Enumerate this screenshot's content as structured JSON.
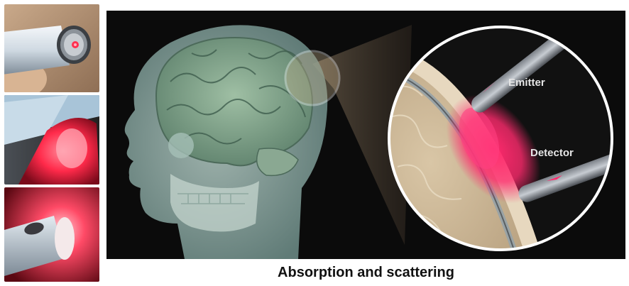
{
  "labels": {
    "emitter": "Emitter",
    "detector": "Detector"
  },
  "caption": "Absorption and scattering",
  "colors": {
    "background": "#ffffff",
    "illustration_bg": "#0b0b0b",
    "light_beam": "#ff2a6d",
    "device_body": "#d9e2ea"
  }
}
